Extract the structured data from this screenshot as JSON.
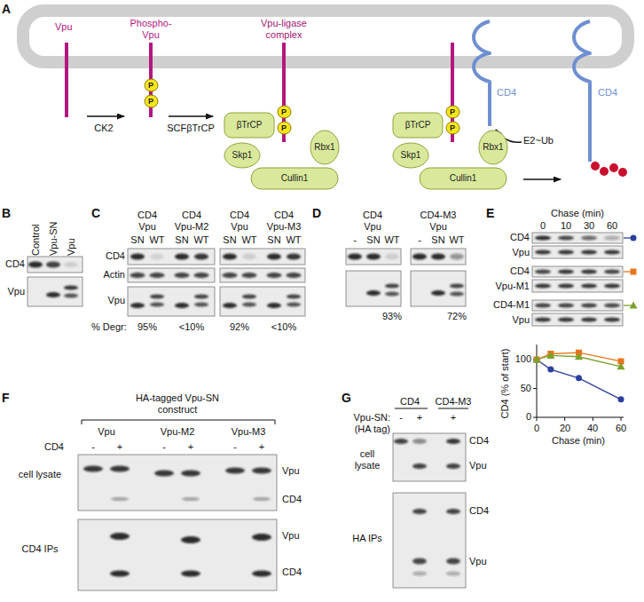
{
  "diagram": {
    "nodes": [
      {
        "text": [
          "P"
        ]
      },
      {
        "text": [
          "P"
        ]
      },
      {
        "text": [
          "P"
        ]
      },
      {
        "text": [
          "P"
        ]
      },
      {
        "text": [
          "βTrCP"
        ]
      },
      {
        "text": [
          "Skp1"
        ]
      },
      {
        "text": [
          "Cullin1"
        ]
      },
      {
        "text": [
          "Rbx1"
        ]
      },
      {
        "text": [
          "P"
        ]
      },
      {
        "text": [
          "P"
        ]
      },
      {
        "text": [
          "βTrCP"
        ]
      },
      {
        "text": [
          "Skp1"
        ]
      },
      {
        "text": [
          "Cullin1"
        ]
      },
      {
        "text": [
          "Rbx1"
        ]
      }
    ],
    "labels": [
      "A",
      "Vpu",
      "Phospho-Vpu",
      "Vpu-ligase complex",
      "CD4",
      "CD4",
      "CK2",
      "SCFβTrCP",
      "E2~Ub",
      "B",
      "Control",
      "Vpu-SN",
      "Vpu",
      "CD4",
      "Vpu",
      "C",
      "CD4",
      "Vpu",
      "CD4",
      "Vpu-M2",
      "CD4",
      "Vpu",
      "CD4",
      "Vpu-M3",
      "SN",
      "WT",
      "SN",
      "WT",
      "SN",
      "WT",
      "SN",
      "WT",
      "CD4",
      "Actin",
      "Vpu",
      "% Degr:",
      "95%",
      "<10%",
      "92%",
      "<10%",
      "D",
      "CD4",
      "Vpu",
      "CD4-M3",
      "Vpu",
      "-",
      "SN",
      "WT",
      "-",
      "SN",
      "WT",
      "93%",
      "72%",
      "E",
      "Chase (min)",
      "0",
      "10",
      "30",
      "60",
      "CD4",
      "Vpu",
      "CD4",
      "Vpu-M1",
      "CD4-M1",
      "Vpu",
      "CD4 (% of start)",
      "100",
      "50",
      "0",
      "0",
      "20",
      "40",
      "60",
      "Chase (min)",
      "F",
      "HA-tagged Vpu-SN construct",
      "Vpu",
      "Vpu-M2",
      "Vpu-M3",
      "CD4",
      "-",
      "+",
      "-",
      "+",
      "-",
      "+",
      "cell lysate",
      "CD4 IPs",
      "Vpu",
      "CD4",
      "Vpu",
      "CD4",
      "G",
      "CD4",
      "CD4-M3",
      "Vpu-SN:",
      "(HA tag)",
      "-",
      "+",
      "+",
      "cell lysate",
      "HA IPs",
      "CD4",
      "Vpu",
      "CD4",
      "Vpu"
    ]
  }
}
